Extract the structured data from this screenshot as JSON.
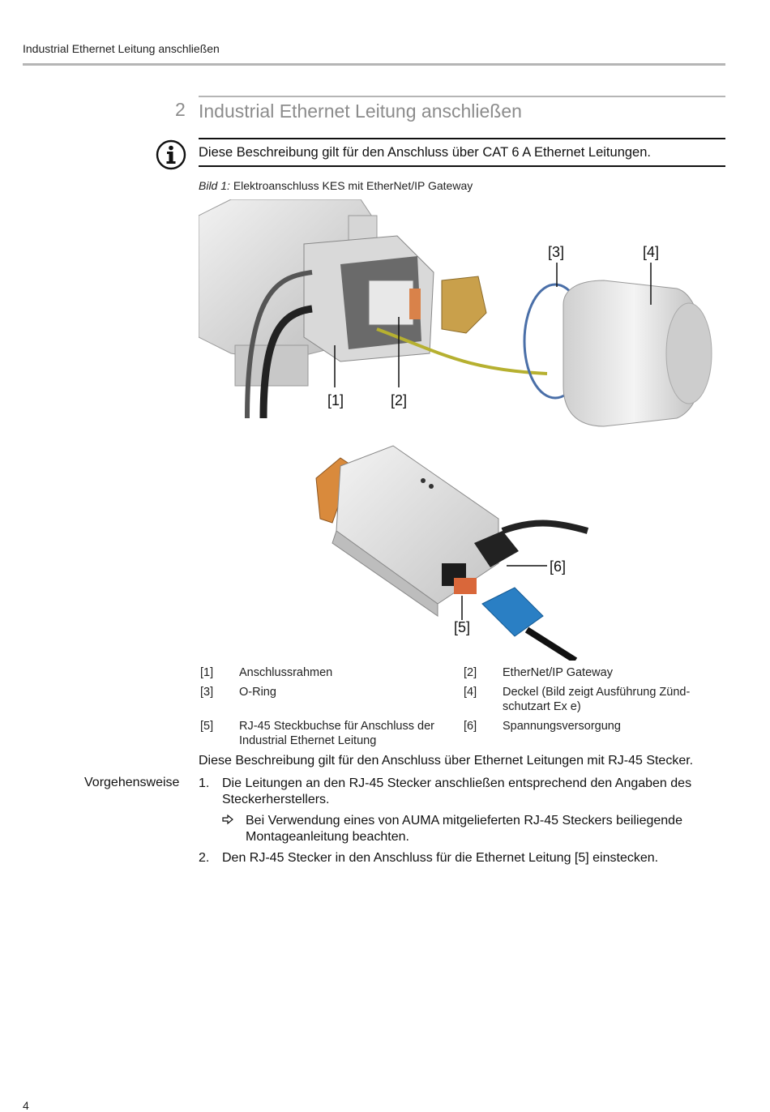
{
  "header": {
    "running_title": "Industrial Ethernet Leitung anschließen"
  },
  "chapter": {
    "number": "2",
    "title": "Industrial Ethernet Leitung anschließen"
  },
  "note": {
    "icon": "info-icon",
    "text": "Diese Beschreibung gilt für den Anschluss über CAT 6 A Ethernet Leitungen."
  },
  "figure": {
    "caption_label": "Bild 1:",
    "caption_text": "Elektroanschluss KES mit EtherNet/IP Gateway",
    "callouts": [
      "[1]",
      "[2]",
      "[3]",
      "[4]",
      "[5]",
      "[6]"
    ]
  },
  "legend": [
    {
      "num": "[1]",
      "text": "Anschlussrahmen"
    },
    {
      "num": "[2]",
      "text": "EtherNet/IP Gateway"
    },
    {
      "num": "[3]",
      "text": "O-Ring"
    },
    {
      "num": "[4]",
      "text": "Deckel (Bild zeigt Ausführung Zünd-schutzart Ex e)"
    },
    {
      "num": "[5]",
      "text": "RJ-45 Steckbuchse für Anschluss der Industrial Ethernet Leitung"
    },
    {
      "num": "[6]",
      "text": "Spannungsversorgung"
    }
  ],
  "body_text": "Diese Beschreibung gilt für den Anschluss über Ethernet Leitungen mit RJ-45 Stecker.",
  "procedure": {
    "label": "Vorgehensweise",
    "steps": [
      {
        "num": "1.",
        "text": "Die Leitungen an den RJ-45 Stecker anschließen entsprechend den Angaben des Steckerherstellers."
      },
      {
        "num": "2.",
        "text": "Den RJ-45 Stecker in den Anschluss für die Ethernet Leitung [5] einstecken."
      }
    ],
    "result_note": "Bei Verwendung eines von AUMA mitgelieferten RJ-45 Steckers beiliegende Montageanleitung beachten."
  },
  "footer": {
    "page_number": "4"
  }
}
